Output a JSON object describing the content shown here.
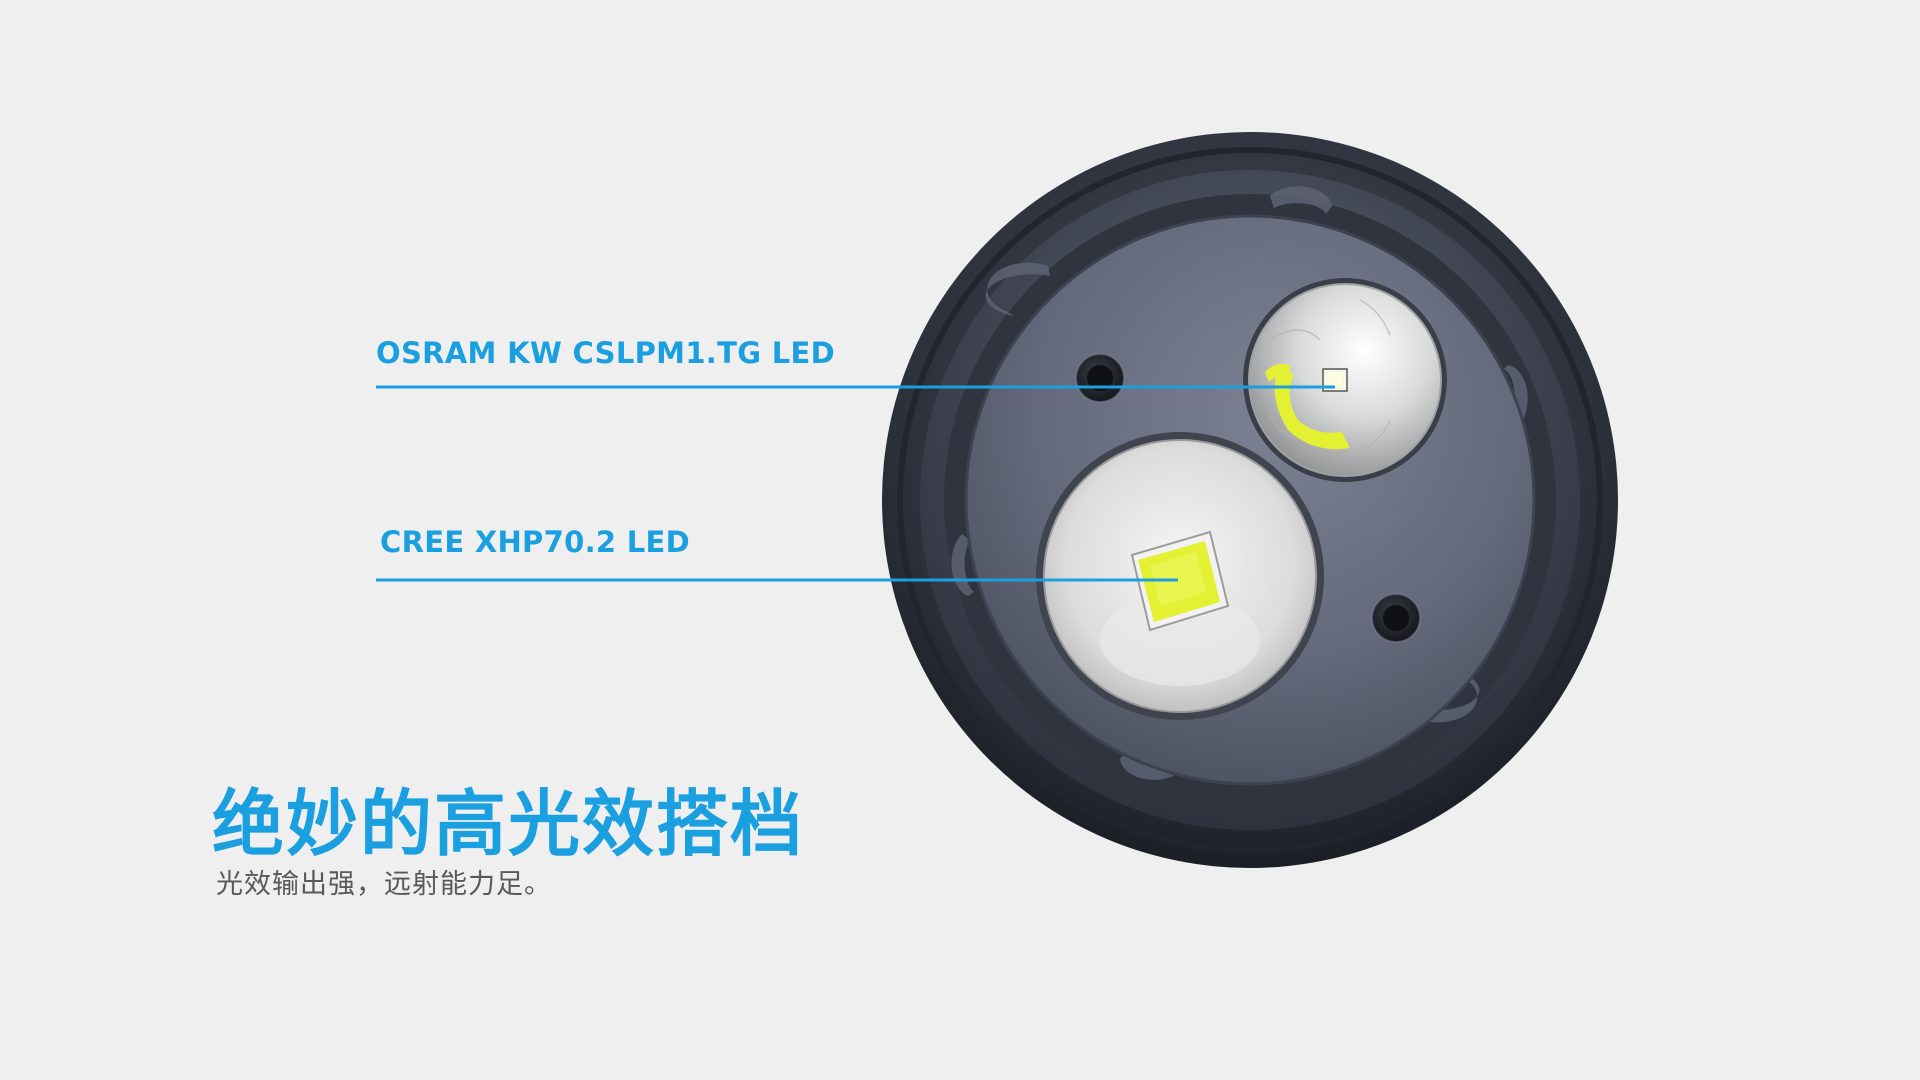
{
  "callouts": {
    "osram": "OSRAM KW CSLPM1.TG LED",
    "cree": "CREE XHP70.2 LED"
  },
  "headline": "绝妙的高光效搭档",
  "subline": "光效输出强，远射能力足。",
  "colors": {
    "background": "#efefef",
    "accent": "#1a9fe0",
    "subtext": "#595959",
    "bezel": "#30343f",
    "face": "#6a6f80",
    "led_yellow": "#e4f032"
  }
}
